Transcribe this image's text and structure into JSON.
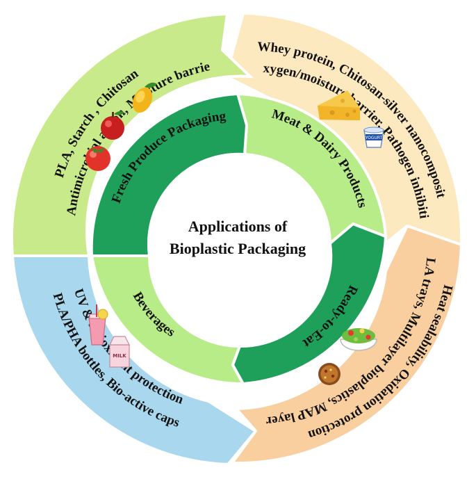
{
  "center": {
    "line1": "Applications of",
    "line2": "Bioplastic Packaging"
  },
  "inner": {
    "fresh": "Fresh Produce Packaging",
    "meat": "Meat & Dairy Products",
    "ready": "Ready-to-Eat",
    "beverages": "Beverages"
  },
  "outer": {
    "fresh_line1": "PLA, Starch , Chitosan",
    "fresh_line2": "Antimicrobial action, Moisture barrier",
    "meat_line1": "Whey protein, Chitosan-silver nanocomposite",
    "meat_line2": "Oxygen/moisture barrier, Pathogen inhibition",
    "ready_line1": "Heat sealability, Oxidation protection",
    "ready_line2": "PLA trays, Multilayer bioplastics, MAP layers",
    "bev_line1": "UV & antioxidant protection",
    "bev_line2": "PLA/PHA bottles, Bio-active caps"
  },
  "icons": {
    "yogurt_label": "YOGURT",
    "milk_label": "MILK"
  },
  "colors": {
    "fresh_outer": "#c9ea8a",
    "meat_outer": "#fde9bf",
    "ready_outer": "#f9cfa0",
    "bev_outer": "#a9d7ee",
    "inner_dark": "#1fa05a",
    "inner_light": "#b8ec88"
  }
}
